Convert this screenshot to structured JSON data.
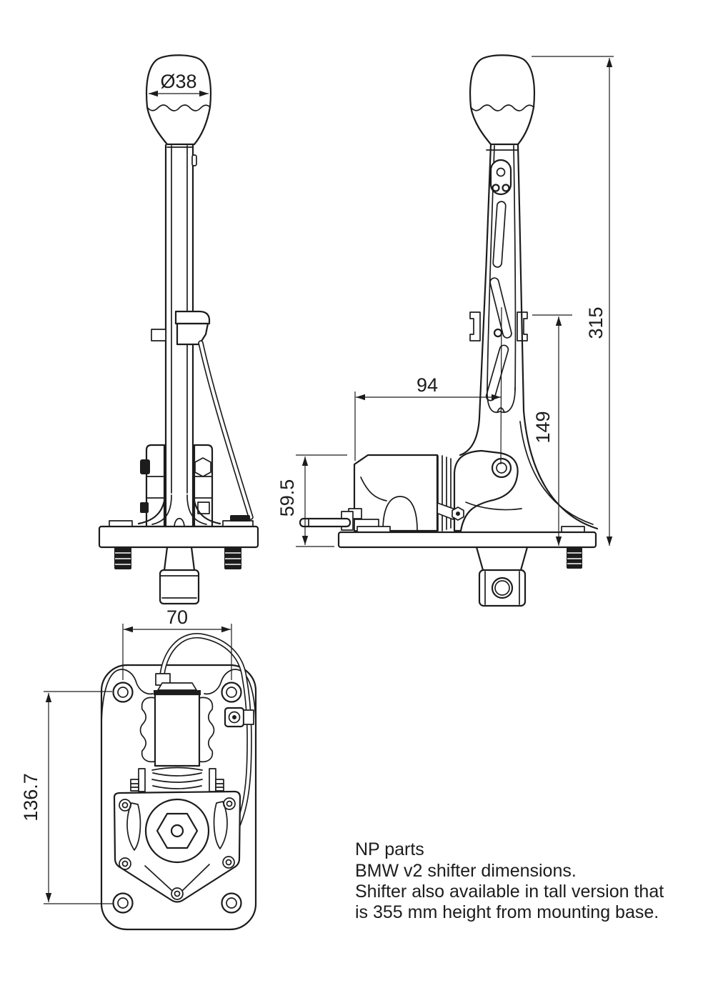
{
  "drawing": {
    "background_color": "#ffffff",
    "line_color": "#1c1c1c",
    "dimensions": {
      "knob_diameter": "Ø38",
      "overall_height": "315",
      "pivot_to_top_height": "149",
      "knob_horizontal_offset": "94",
      "base_to_housing_top": "59.5",
      "mount_hole_spacing_x": "70",
      "mount_hole_spacing_y": "136.7"
    },
    "notes": [
      "NP parts",
      "BMW v2 shifter dimensions.",
      "Shifter also available in tall version that",
      "is 355 mm height from mounting base."
    ]
  }
}
